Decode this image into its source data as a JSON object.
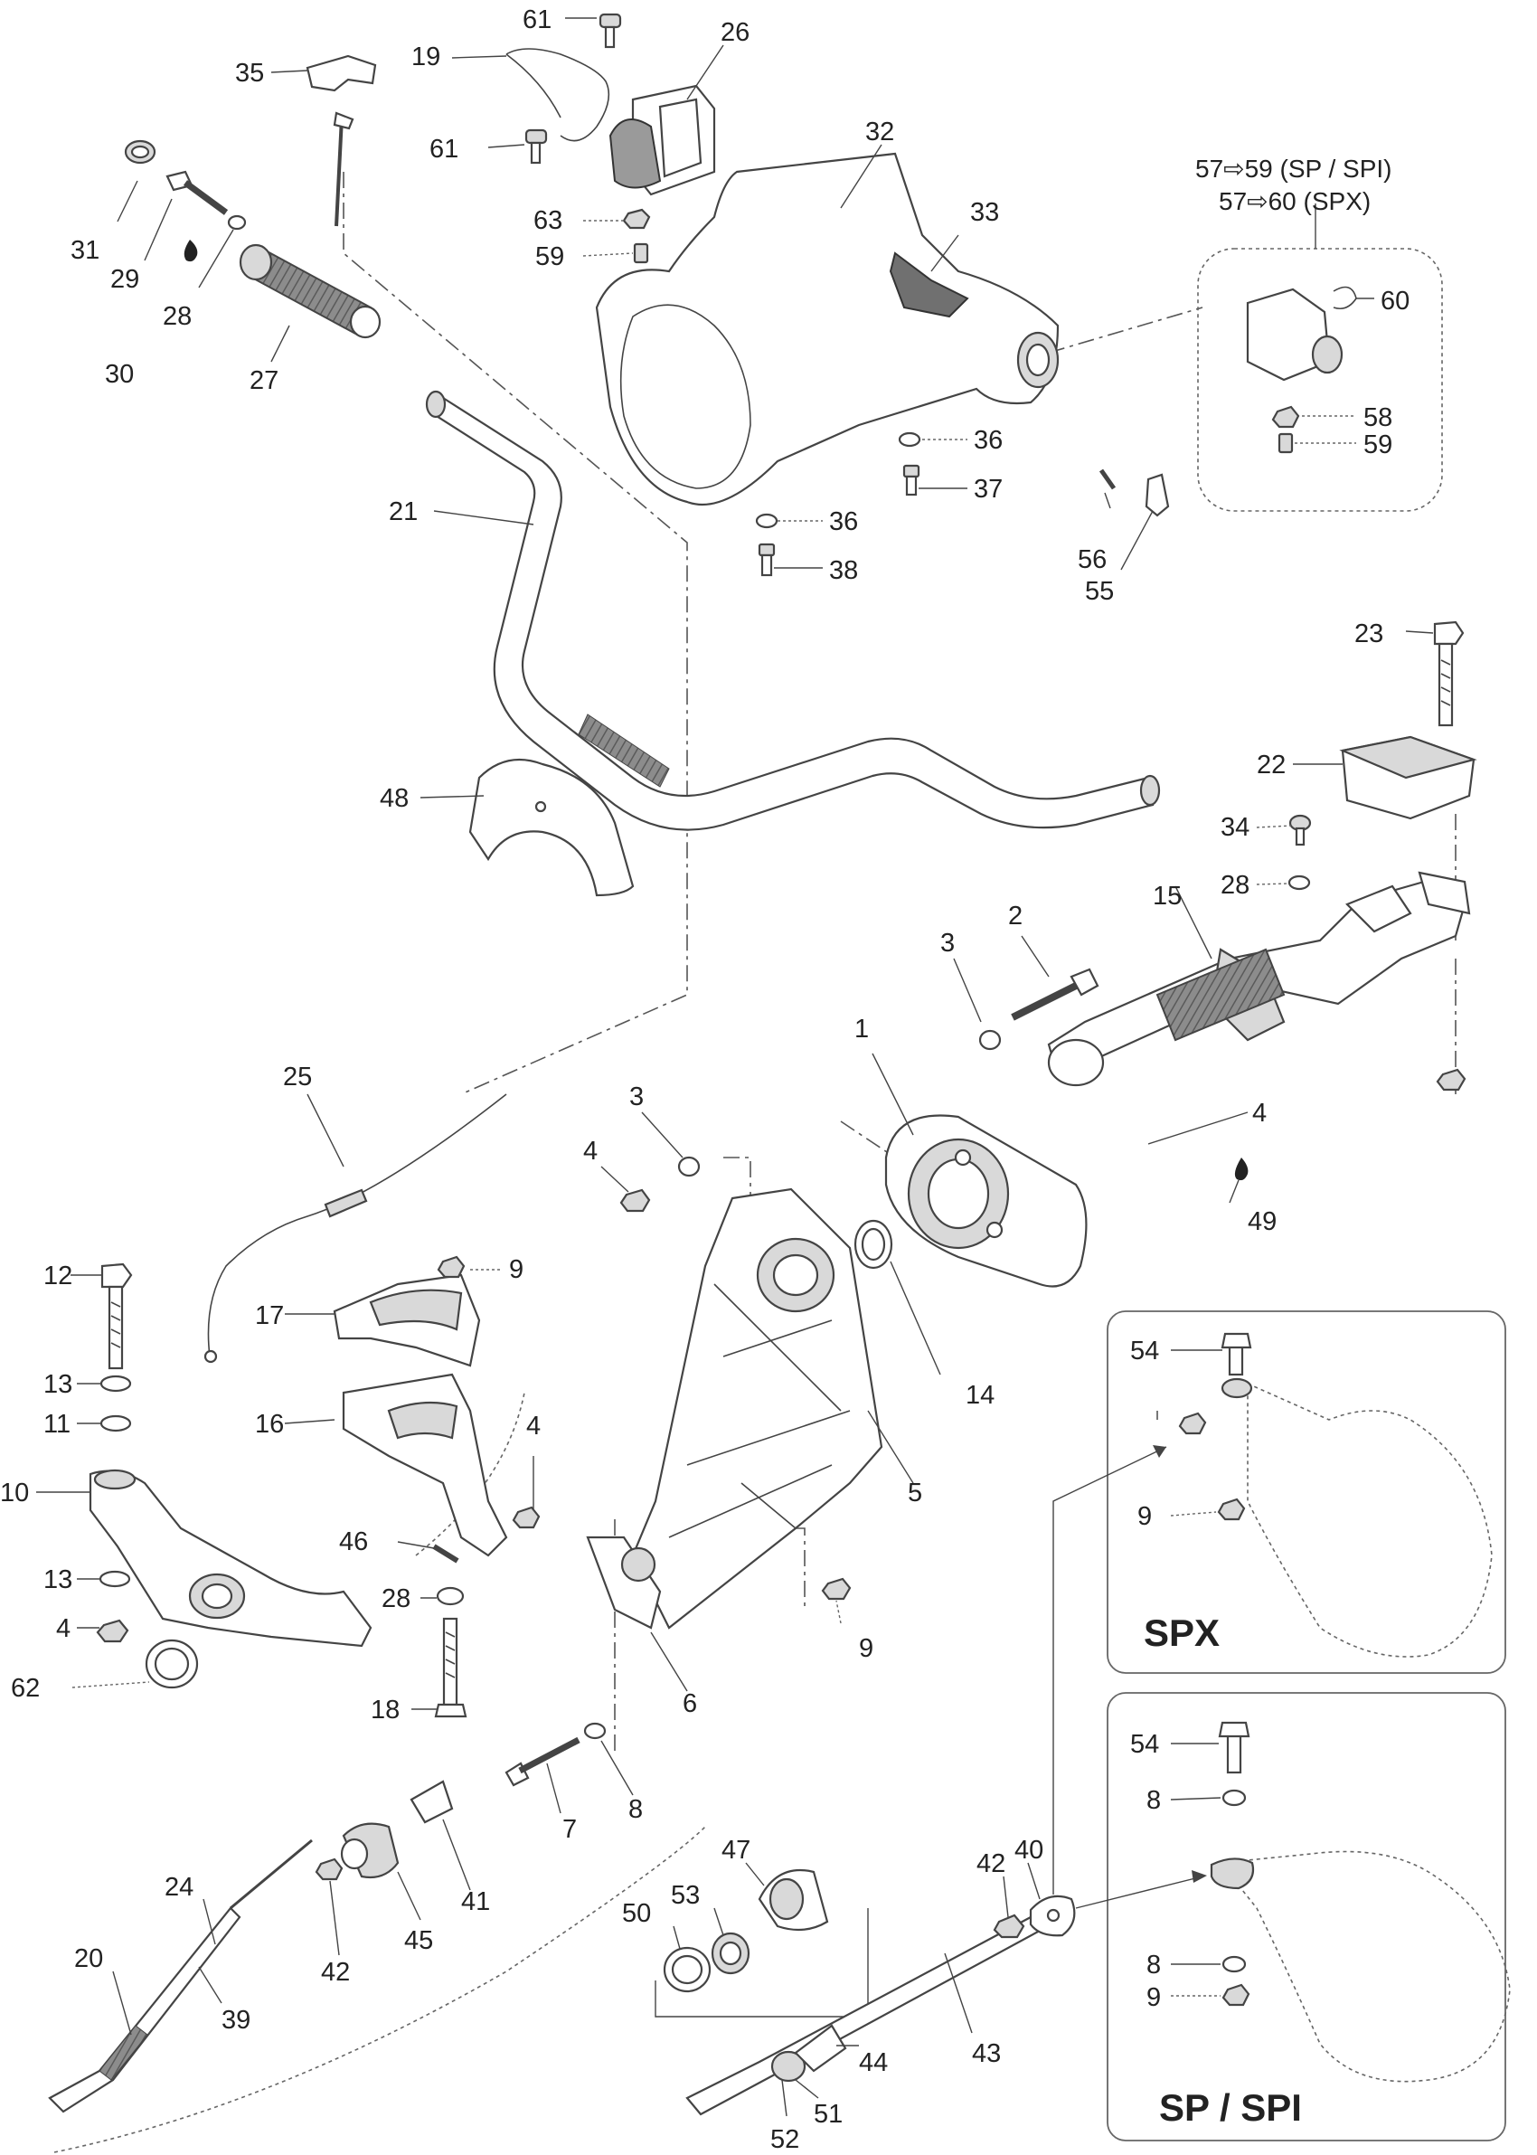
{
  "header": {
    "line1": "57⇨59 (SP / SPI)",
    "line2": "57⇨60 (SPX)"
  },
  "insets": {
    "spx_title": "SPX",
    "sp_title": "SP / SPI"
  },
  "callouts": {
    "c1": "1",
    "c2": "2",
    "c3a": "3",
    "c3b": "3",
    "c4a": "4",
    "c4b": "4",
    "c4c": "4",
    "c4d": "4",
    "c5": "5",
    "c6": "6",
    "c7": "7",
    "c8a": "8",
    "c8b": "8",
    "c8c": "8",
    "c9a": "9",
    "c9b": "9",
    "c9c": "9",
    "c9d": "9",
    "c10": "10",
    "c11": "11",
    "c12": "12",
    "c13a": "13",
    "c13b": "13",
    "c14": "14",
    "c15": "15",
    "c16": "16",
    "c17": "17",
    "c18": "18",
    "c19": "19",
    "c20": "20",
    "c21": "21",
    "c22": "22",
    "c23": "23",
    "c24": "24",
    "c25": "25",
    "c26": "26",
    "c27": "27",
    "c28a": "28",
    "c28b": "28",
    "c28c": "28",
    "c29": "29",
    "c30": "30",
    "c31": "31",
    "c32": "32",
    "c33": "33",
    "c34": "34",
    "c35": "35",
    "c36a": "36",
    "c36b": "36",
    "c37": "37",
    "c38": "38",
    "c39": "39",
    "c40": "40",
    "c41": "41",
    "c42a": "42",
    "c42b": "42",
    "c43": "43",
    "c44": "44",
    "c45": "45",
    "c46": "46",
    "c47": "47",
    "c48": "48",
    "c49": "49",
    "c50": "50",
    "c51": "51",
    "c52": "52",
    "c53": "53",
    "c54a": "54",
    "c54b": "54",
    "c55": "55",
    "c56": "56",
    "c58": "58",
    "c59a": "59",
    "c59b": "59",
    "c60": "60",
    "c61a": "61",
    "c61b": "61",
    "c62": "62",
    "c63": "63"
  },
  "colors": {
    "line": "#444444",
    "part_fill": "#ffffff",
    "shade": "#d9d9d9",
    "dark": "#9a9a9a"
  }
}
